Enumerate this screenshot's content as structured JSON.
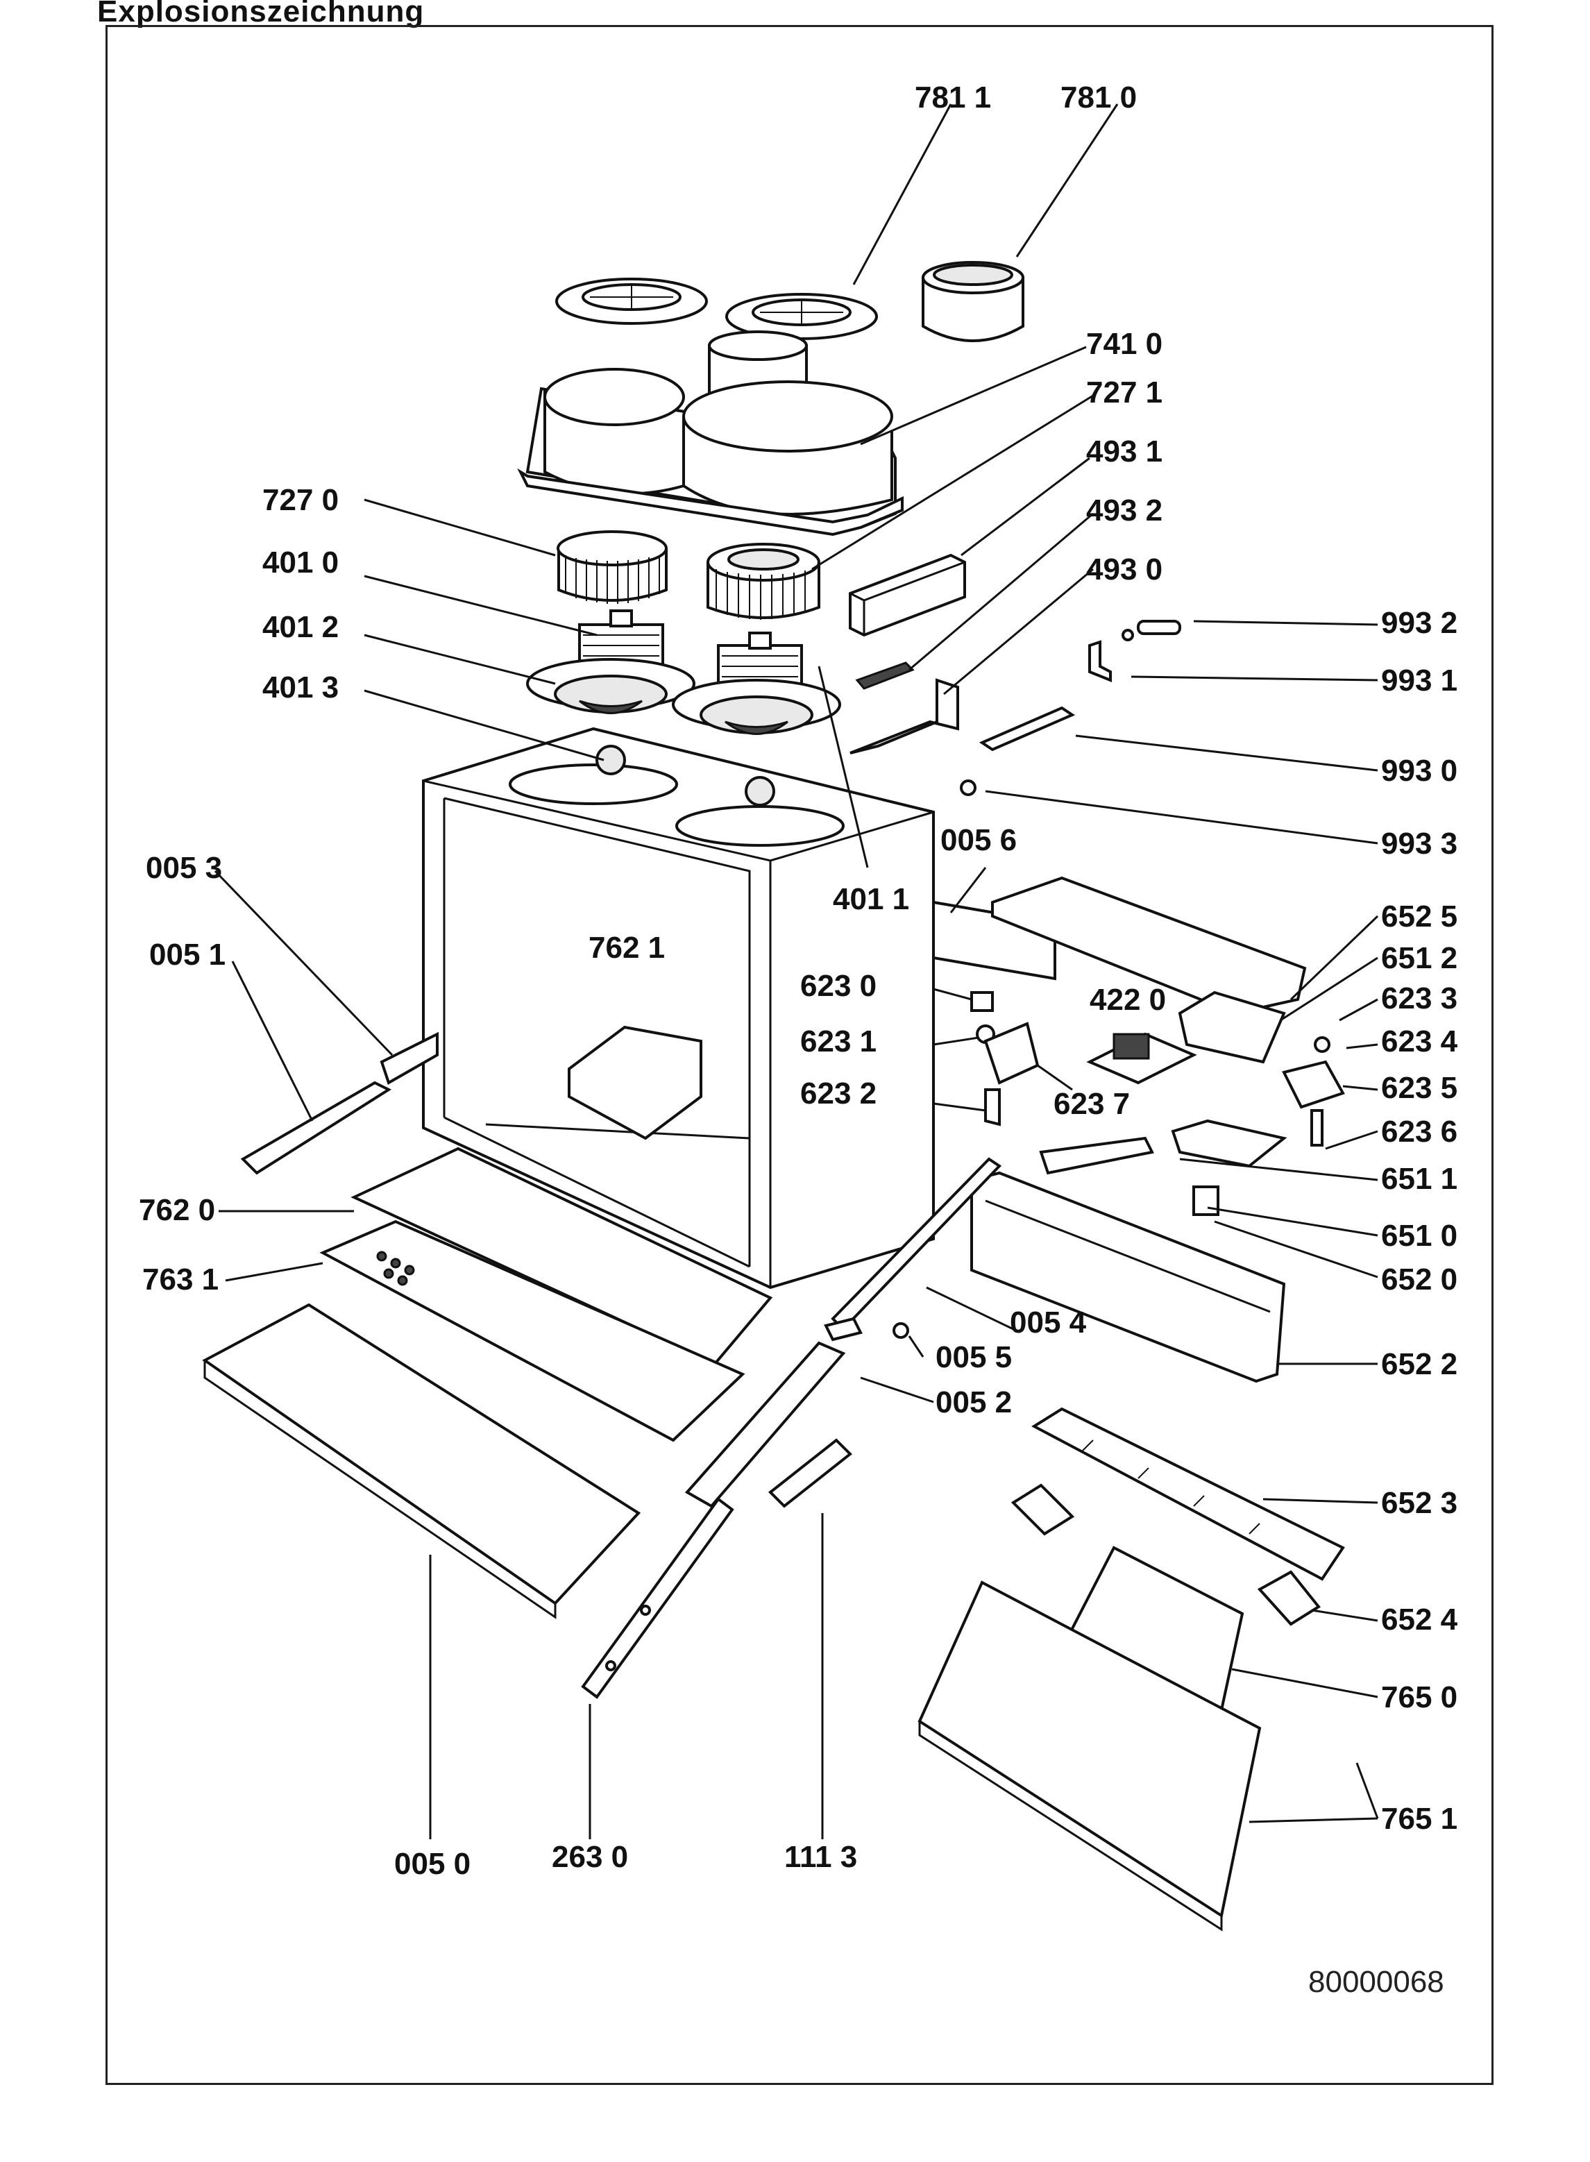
{
  "page_title": "Explosionszeichnung",
  "document_number": "80000068",
  "part_labels": [
    "781 1",
    "781 0",
    "741 0",
    "727 1",
    "727 0",
    "493 1",
    "493 2",
    "493 0",
    "401 0",
    "401 2",
    "401 3",
    "993 2",
    "993 1",
    "993 0",
    "993 3",
    "005 3",
    "005 6",
    "401 1",
    "005 1",
    "762 1",
    "652 5",
    "651 2",
    "623 0",
    "623 3",
    "422 0",
    "623 1",
    "623 4",
    "623 5",
    "623 2",
    "623 7",
    "623 6",
    "651 1",
    "762 0",
    "651 0",
    "763 1",
    "652 0",
    "005 4",
    "005 5",
    "652 2",
    "005 2",
    "652 3",
    "652 4",
    "765 0",
    "765 1",
    "005 0",
    "263 0",
    "111 3"
  ]
}
